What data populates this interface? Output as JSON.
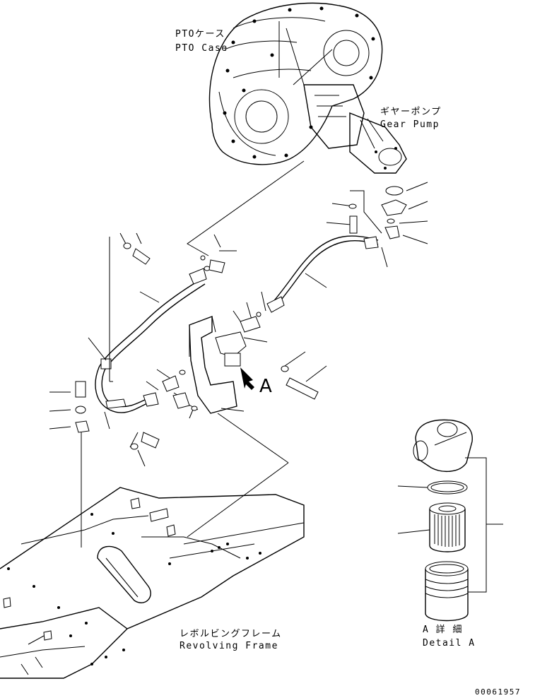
{
  "labels": {
    "pto_case_jp": "PTOケース",
    "pto_case_en": "PTO Case",
    "gear_pump_jp": "ギヤーポンプ",
    "gear_pump_en": "Gear Pump",
    "view_arrow": "A",
    "revolving_frame_jp": "レボルビングフレーム",
    "revolving_frame_en": "Revolving Frame",
    "detail_jp": "A 詳 細",
    "detail_en": "Detail A",
    "drawing_number": "00061957"
  }
}
